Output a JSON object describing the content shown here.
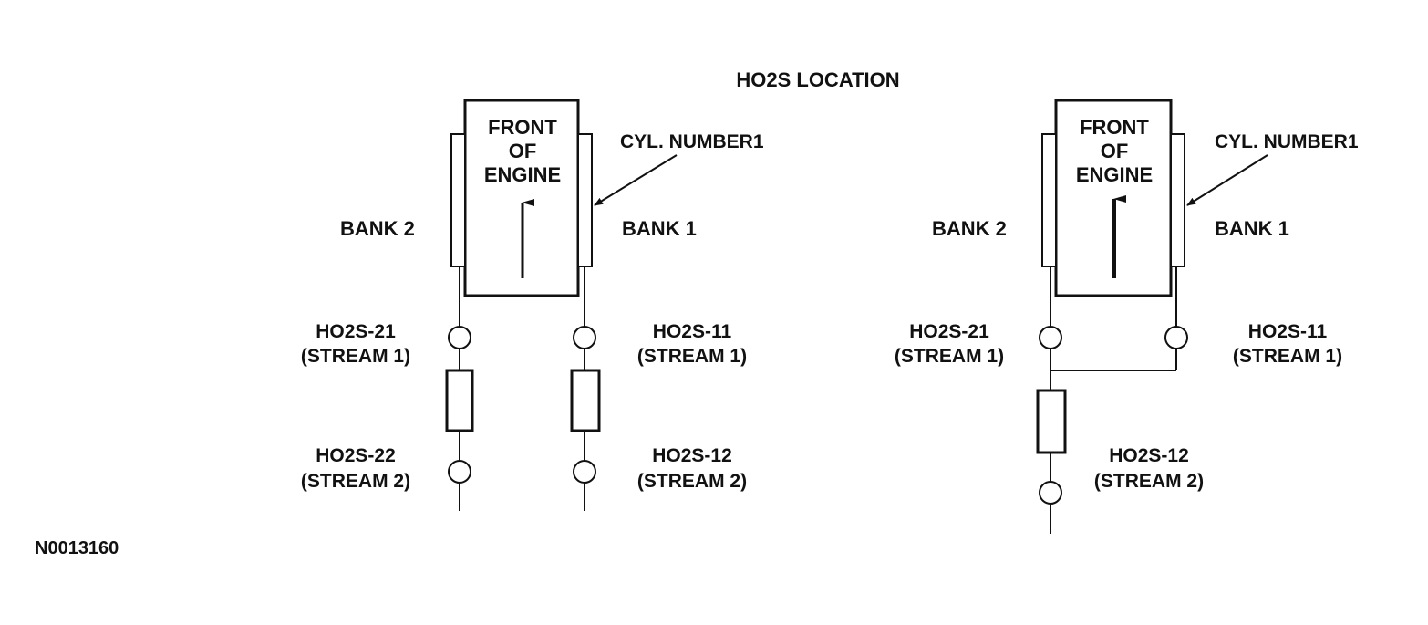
{
  "title": "HO2S LOCATION",
  "figure_id": "N0013160",
  "left_diagram": {
    "engine_lines": [
      "FRONT",
      "OF",
      "ENGINE"
    ],
    "cylinder_label": "CYL. NUMBER1",
    "bank_left": "BANK 2",
    "bank_right": "BANK 1",
    "sensors": [
      {
        "id": "HO2S-21",
        "stream": "(STREAM 1)"
      },
      {
        "id": "HO2S-11",
        "stream": "(STREAM 1)"
      },
      {
        "id": "HO2S-22",
        "stream": "(STREAM 2)"
      },
      {
        "id": "HO2S-12",
        "stream": "(STREAM 2)"
      }
    ]
  },
  "right_diagram": {
    "engine_lines": [
      "FRONT",
      "OF",
      "ENGINE"
    ],
    "cylinder_label": "CYL. NUMBER1",
    "bank_left": "BANK 2",
    "bank_right": "BANK 1",
    "sensors": [
      {
        "id": "HO2S-21",
        "stream": "(STREAM 1)"
      },
      {
        "id": "HO2S-11",
        "stream": "(STREAM 1)"
      },
      {
        "id": "HO2S-12",
        "stream": "(STREAM 2)"
      }
    ]
  }
}
